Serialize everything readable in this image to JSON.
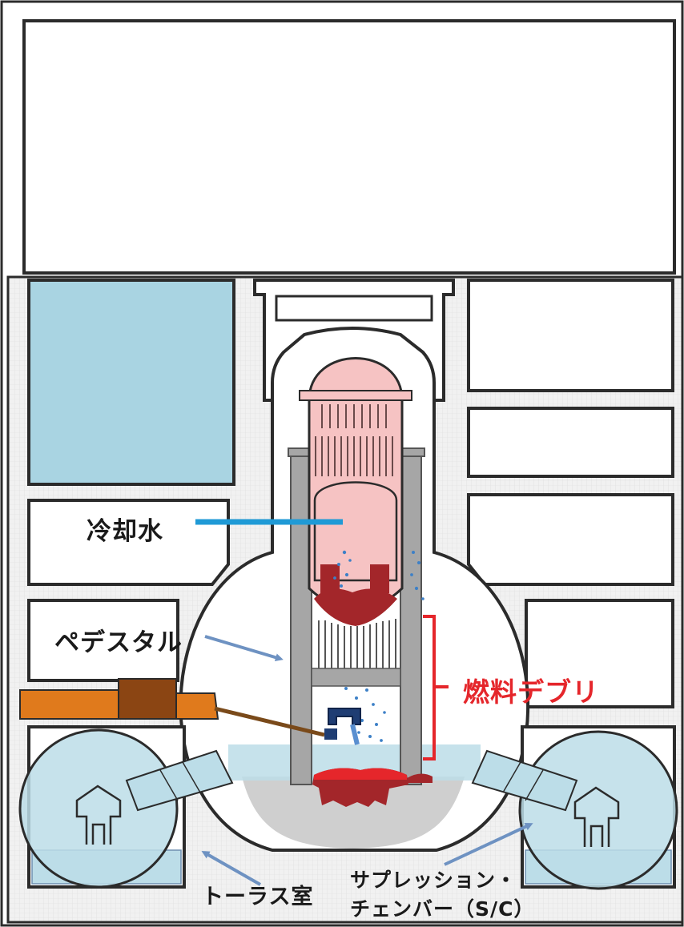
{
  "labels": {
    "coolant_water": "冷却水",
    "pedestal": "ペデスタル",
    "fuel_debris": "燃料デブリ",
    "torus_room": "トーラス室",
    "suppression_chamber_line1": "サプレッション・",
    "suppression_chamber_line2": "チェンバー（S/C）"
  },
  "colors": {
    "coolant_label_line": "#1f9ad6",
    "fuel_debris": "#e5262b",
    "debris_dark": "#a3262a",
    "vessel_pink": "#f6c3c3",
    "pool_water": "#a9d4e2",
    "torus_water": "#bcdde8",
    "pointer_arrow": "#6e92c2",
    "drywell_gray": "#a6a6a6",
    "orange_pipe": "#e07a1c",
    "brown_block": "#8b4513"
  }
}
